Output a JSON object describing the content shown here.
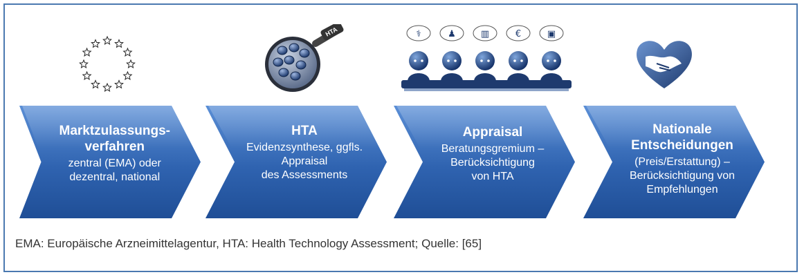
{
  "steps": [
    {
      "title": "Marktzulassungs-\nverfahren",
      "description": "zentral (EMA) oder\ndezentral, national",
      "icon": "eu-stars-icon"
    },
    {
      "title": "HTA",
      "description": "Evidenzsynthese, ggfls.\nAppraisal\ndes Assessments",
      "icon": "pill-magnifier-icon"
    },
    {
      "title": "Appraisal",
      "description": "Beratungsgremium –\nBerücksichtigung\nvon HTA",
      "icon": "committee-icon"
    },
    {
      "title": "Nationale\nEntscheidungen",
      "description": "(Preis/Erstattung) –\nBerücksichtigung von\nEmpfehlungen",
      "icon": "handshake-heart-icon"
    }
  ],
  "magnifier_label": "HTA",
  "caption": "EMA: Europäische Arzneimittelagentur, HTA: Health Technology Assessment; Quelle: [65]",
  "colors": {
    "frame": "#4a78b0",
    "chevron_light": "#5b8fd6",
    "chevron_dark": "#1f4e96",
    "icon_dark": "#1e3a6e"
  }
}
